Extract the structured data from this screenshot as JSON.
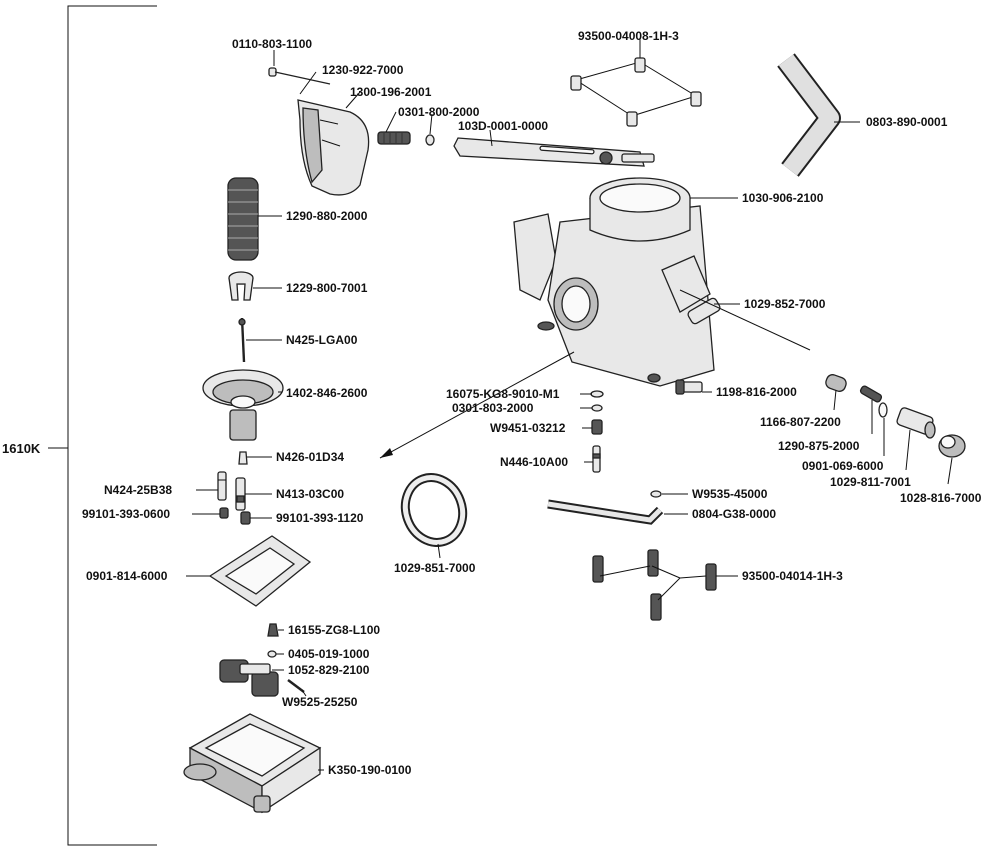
{
  "assembly": {
    "code": "1610K"
  },
  "parts": [
    "0110-803-1100",
    "1230-922-7000",
    "1300-196-2001",
    "0301-800-2000",
    "1290-880-2000",
    "1229-800-7001",
    "N425-LGA00",
    "1402-846-2600",
    "N426-01D34",
    "N424-25B38",
    "N413-03C00",
    "99101-393-0600",
    "99101-393-1120",
    "0901-814-6000",
    "16155-ZG8-L100",
    "0405-019-1000",
    "1052-829-2100",
    "W9525-25250",
    "K350-190-0100",
    "93500-04008-1H-3",
    "103D-0001-0000",
    "0803-890-0001",
    "1030-906-2100",
    "1029-852-7000",
    "16075-KG8-9010-M1",
    "0301-803-2000",
    "W9451-03212",
    "N446-10A00",
    "1198-816-2000",
    "1166-807-2200",
    "1290-875-2000",
    "0901-069-6000",
    "1029-811-7001",
    "1028-816-7000",
    "1029-851-7000",
    "W9535-45000",
    "0804-G38-0000",
    "93500-04014-1H-3"
  ]
}
